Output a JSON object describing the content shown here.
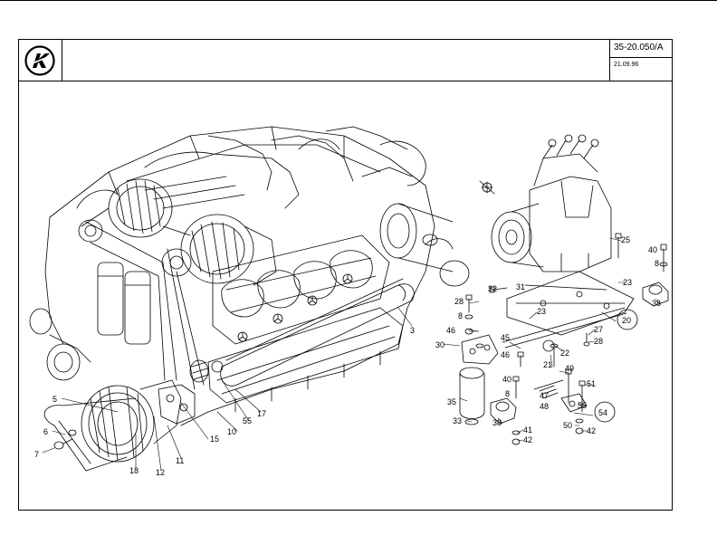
{
  "header": {
    "document_number": "35-20.050/A",
    "date": "21.09.96"
  },
  "logo": {
    "icon": "k-brand-logo"
  },
  "callouts": [
    {
      "id": "c3",
      "text": "3"
    },
    {
      "id": "c5",
      "text": "5"
    },
    {
      "id": "c6",
      "text": "6"
    },
    {
      "id": "c7",
      "text": "7"
    },
    {
      "id": "c8a",
      "text": "8"
    },
    {
      "id": "c8b",
      "text": "8"
    },
    {
      "id": "c8c",
      "text": "8"
    },
    {
      "id": "c10",
      "text": "10"
    },
    {
      "id": "c11",
      "text": "11"
    },
    {
      "id": "c12",
      "text": "12"
    },
    {
      "id": "c15",
      "text": "15"
    },
    {
      "id": "c17",
      "text": "17"
    },
    {
      "id": "c18a",
      "text": "18"
    },
    {
      "id": "c18b",
      "text": "18"
    },
    {
      "id": "c20",
      "text": "20"
    },
    {
      "id": "c21",
      "text": "21"
    },
    {
      "id": "c22",
      "text": "22"
    },
    {
      "id": "c23a",
      "text": "23"
    },
    {
      "id": "c23b",
      "text": "23"
    },
    {
      "id": "c25",
      "text": "25"
    },
    {
      "id": "c27",
      "text": "27"
    },
    {
      "id": "c28a",
      "text": "28"
    },
    {
      "id": "c28b",
      "text": "28"
    },
    {
      "id": "c30",
      "text": "30"
    },
    {
      "id": "c31",
      "text": "31"
    },
    {
      "id": "c32",
      "text": "32"
    },
    {
      "id": "c33",
      "text": "33"
    },
    {
      "id": "c35",
      "text": "35"
    },
    {
      "id": "c38a",
      "text": "38"
    },
    {
      "id": "c38b",
      "text": "38"
    },
    {
      "id": "c40a",
      "text": "40"
    },
    {
      "id": "c40b",
      "text": "40"
    },
    {
      "id": "c41",
      "text": "41"
    },
    {
      "id": "c42a",
      "text": "42"
    },
    {
      "id": "c42b",
      "text": "42"
    },
    {
      "id": "c45",
      "text": "45"
    },
    {
      "id": "c46a",
      "text": "46"
    },
    {
      "id": "c46b",
      "text": "46"
    },
    {
      "id": "c47",
      "text": "47"
    },
    {
      "id": "c48",
      "text": "48"
    },
    {
      "id": "c49",
      "text": "49"
    },
    {
      "id": "c50",
      "text": "50"
    },
    {
      "id": "c51",
      "text": "51"
    },
    {
      "id": "c54",
      "text": "54"
    },
    {
      "id": "c55a",
      "text": "55"
    },
    {
      "id": "c55b",
      "text": "55"
    }
  ]
}
